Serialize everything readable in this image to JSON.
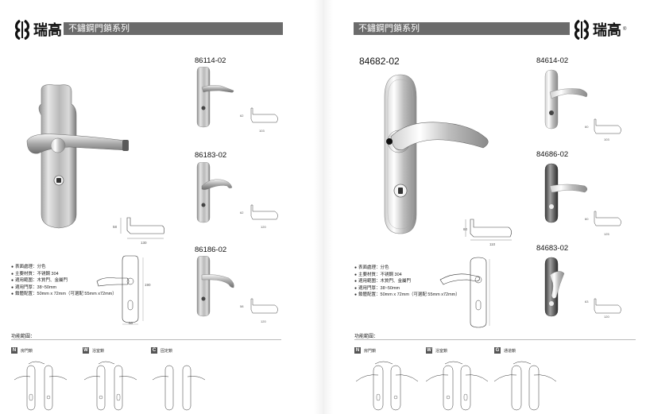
{
  "brand": {
    "name": "瑞高",
    "reg_mark": "®"
  },
  "left_page": {
    "section_title": "不鏽鋼門鎖系列",
    "products": [
      {
        "code": "86114-02",
        "dim_h": "62",
        "dim_w": "103"
      },
      {
        "code": "86183-02",
        "dim_h": "62",
        "dim_w": "120"
      },
      {
        "code": "86186-02",
        "dim_h": "58",
        "dim_w": "120"
      }
    ],
    "main_dims": {
      "h": "58",
      "w": "130",
      "plate_h": "190",
      "plate_w": "50"
    },
    "specs": [
      "表面處理：分色",
      "主要材質：不锈鋼 304",
      "適用範圍：木質門、金屬門",
      "適用門厚：38~50mm",
      "鎖體配置：50mm x 72mm（可選配 55mm x72mm）"
    ],
    "func_title": "功能範圍：",
    "functions": [
      {
        "letter": "N",
        "label": "房門鎖"
      },
      {
        "letter": "W",
        "label": "浴室鎖"
      },
      {
        "letter": "C",
        "label": "固定鎖"
      }
    ]
  },
  "right_page": {
    "section_title": "不鏽鋼門鎖系列",
    "main_code": "84682-02",
    "main_dims": {
      "h": "60",
      "w": "110"
    },
    "products": [
      {
        "code": "84614-02",
        "dim_h": "60",
        "dim_w": "103"
      },
      {
        "code": "84686-02",
        "dim_h": "60",
        "dim_w": "125"
      },
      {
        "code": "84683-02",
        "dim_h": "63",
        "dim_w": "120"
      }
    ],
    "specs": [
      "表面處理：分色",
      "主要材質：不锈鋼 304",
      "適用範圍：木質門、金屬門",
      "適用門厚：38~50mm",
      "鎖體配置：50mm x 72mm（可選配 55mm x72mm）"
    ],
    "func_title": "功能範圍：",
    "functions": [
      {
        "letter": "N",
        "label": "房門鎖"
      },
      {
        "letter": "W",
        "label": "浴室鎖"
      },
      {
        "letter": "G",
        "label": "通道鎖"
      }
    ]
  }
}
